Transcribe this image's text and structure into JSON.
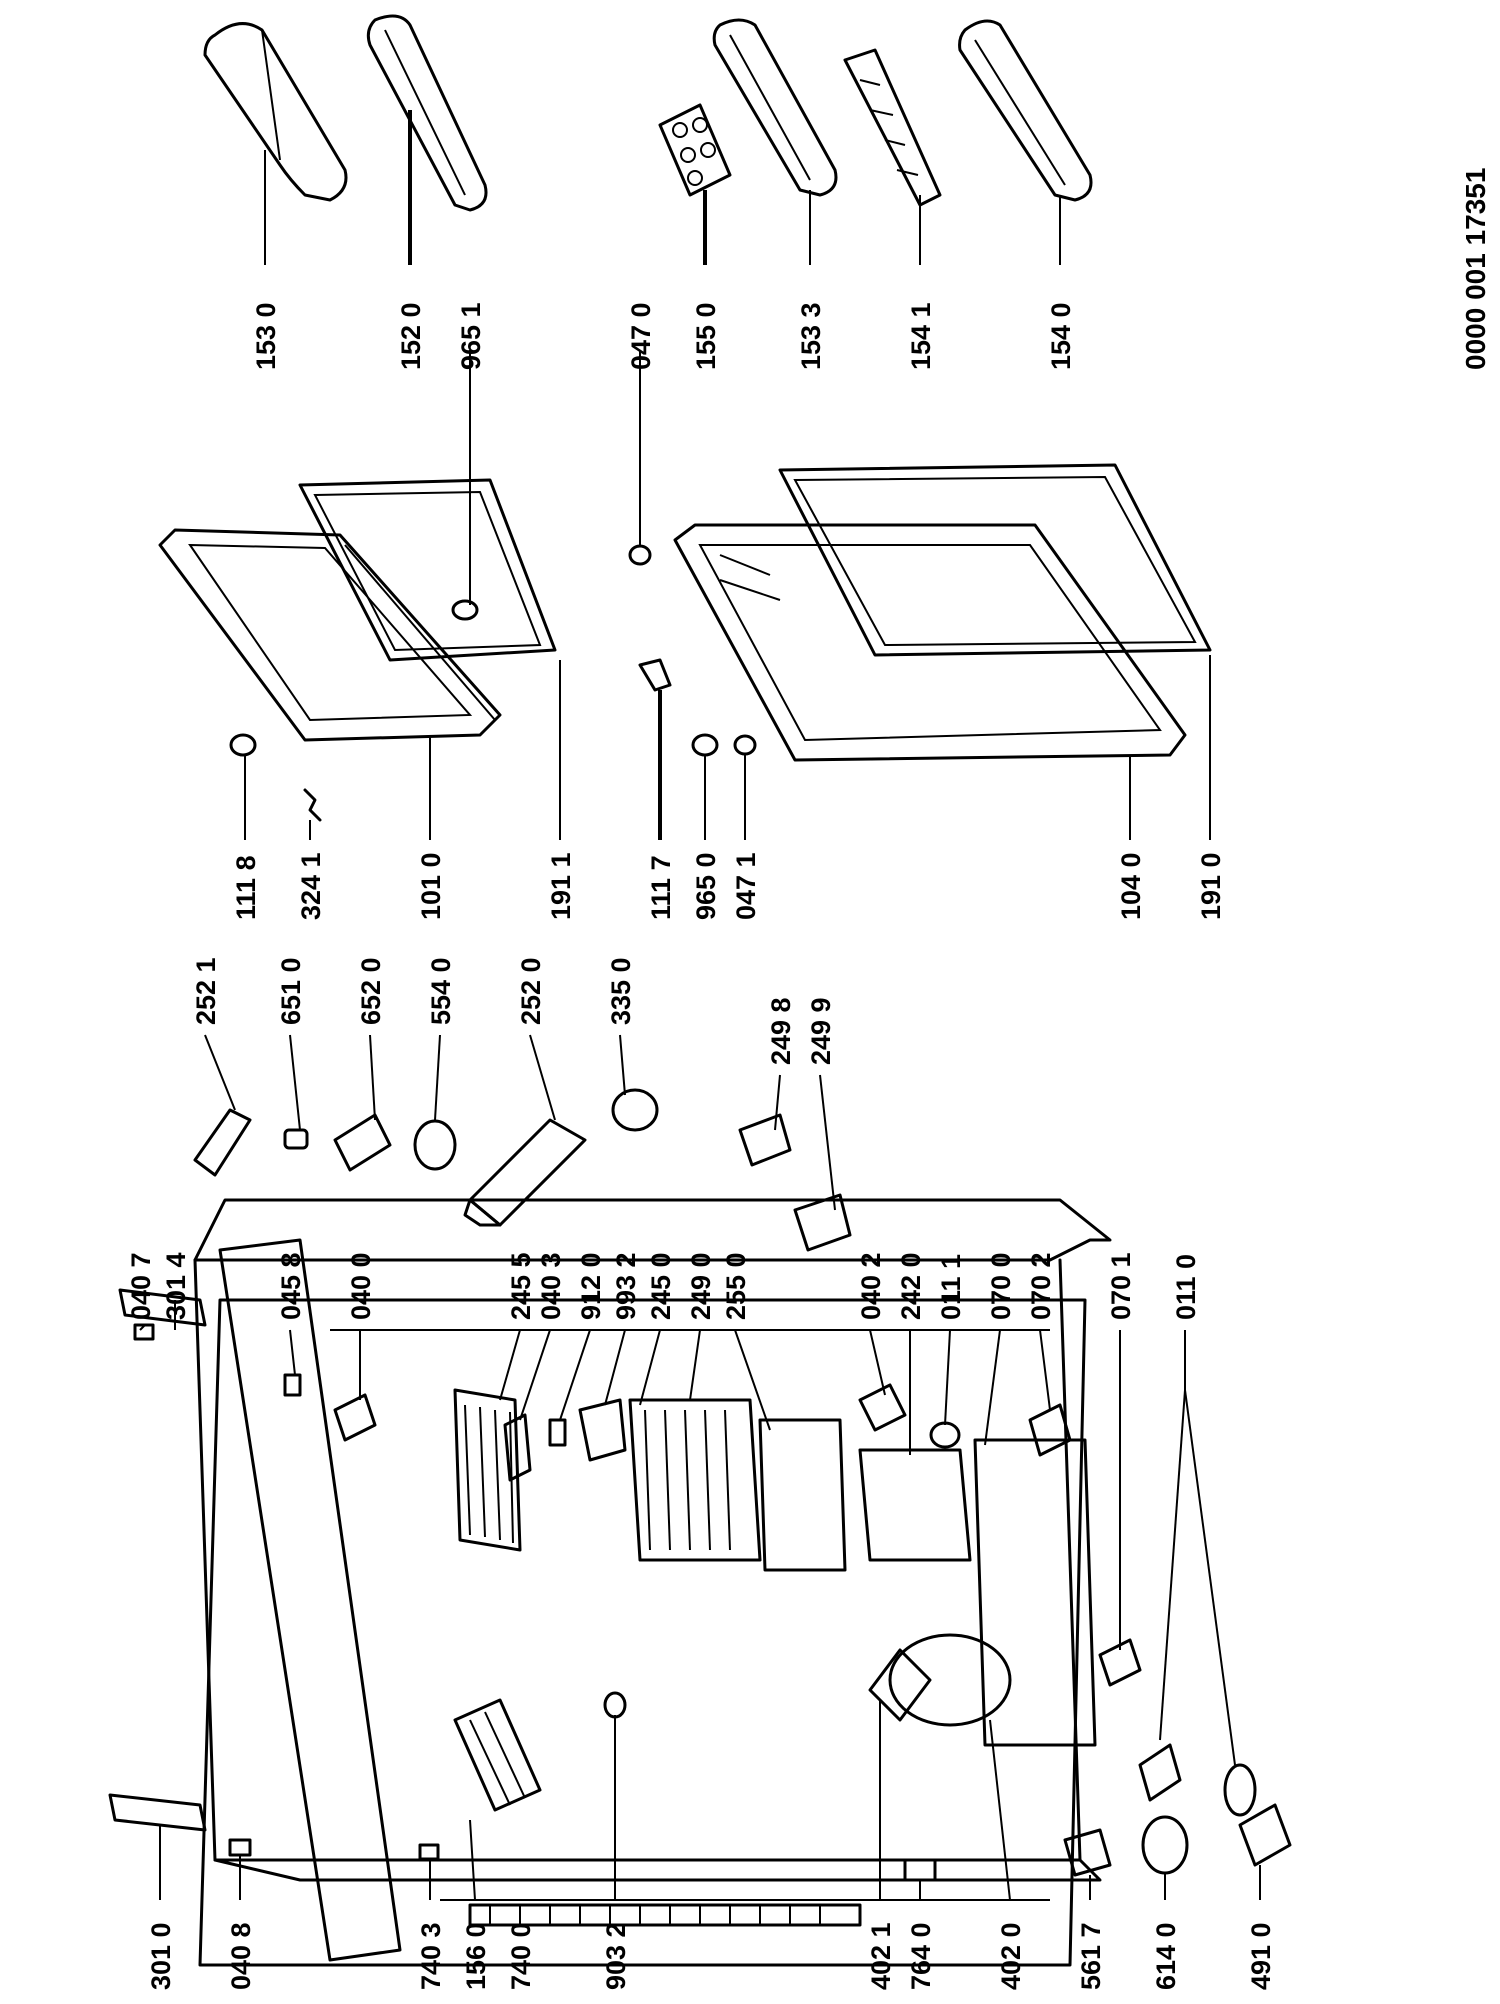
{
  "document_number": "0000 001 17351",
  "labels": {
    "p1530": "153 0",
    "p1520": "152 0",
    "p9651": "965 1",
    "p0470": "047 0",
    "p1550": "155 0",
    "p1533": "153 3",
    "p1541": "154 1",
    "p1540": "154 0",
    "p1118": "111 8",
    "p3241": "324 1",
    "p1010": "101 0",
    "p1911": "191 1",
    "p1117": "111 7",
    "p9650": "965 0",
    "p0471": "047 1",
    "p1040": "104 0",
    "p1910": "191 0",
    "p2521": "252 1",
    "p6510": "651 0",
    "p6520": "652 0",
    "p5540": "554 0",
    "p2520": "252 0",
    "p3350": "335 0",
    "p2498": "249 8",
    "p2499": "249 9",
    "p0407": "040 7",
    "p3014": "301 4",
    "p0458": "045 8",
    "p0400": "040 0",
    "p2455": "245 5",
    "p0403": "040 3",
    "p9120": "912 0",
    "p9932": "993 2",
    "p2450": "245 0",
    "p2490": "249 0",
    "p2550": "255 0",
    "p0402": "040 2",
    "p2420": "242 0",
    "p0111": "011 1",
    "p0700": "070 0",
    "p0702": "070 2",
    "p0701": "070 1",
    "p0110": "011 0",
    "p3010": "301 0",
    "p0408": "040 8",
    "p7403": "740 3",
    "p1560": "156 0",
    "p7400": "740 0",
    "p9032": "903 2",
    "p4021": "402 1",
    "p7640": "764 0",
    "p4020": "402 0",
    "p5617": "561 7",
    "p6140": "614 0",
    "p4910": "491 0"
  }
}
